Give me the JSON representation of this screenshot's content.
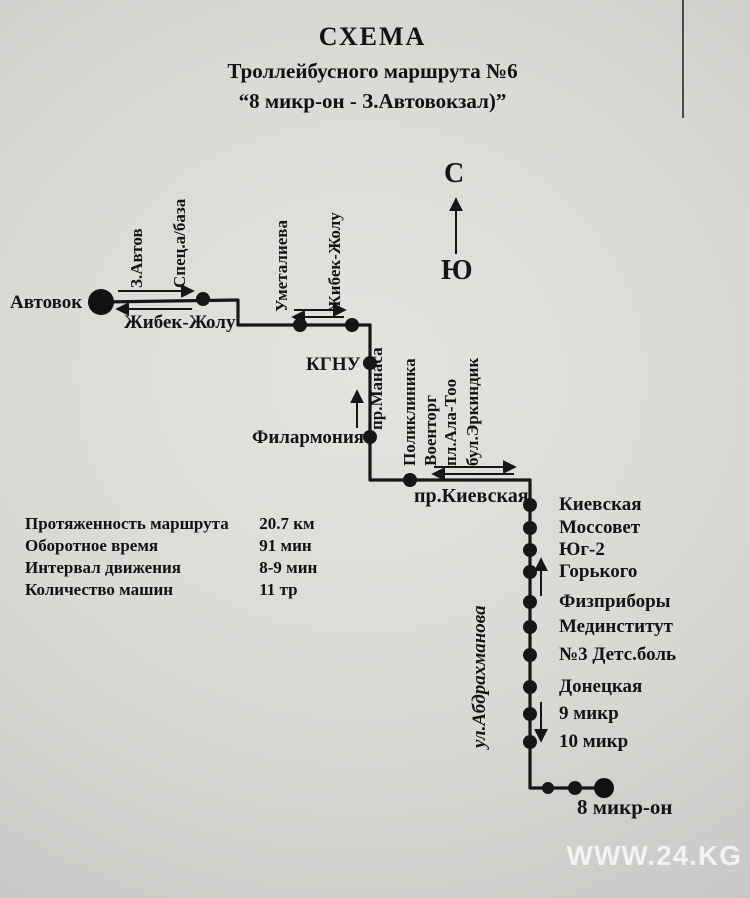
{
  "title": {
    "line1": "СХЕМА",
    "line2": "Троллейбусного маршрута №6",
    "line3": "“8 микр-он -  З.Автовокзал)”"
  },
  "compass": {
    "north": "С",
    "south": "Ю"
  },
  "map": {
    "terminal_left_label": "Автовок",
    "terminal_right_label": "8 микр-он",
    "street_zhibek_zholu": "Жибек-Жолу",
    "street_pr_manasa": "пр.Манаса",
    "street_pr_kievskaya": "пр.Киевская",
    "street_ul_abdrakhmanova": "ул.Абдрахманова",
    "stop_z_avtov": "З.Автов",
    "stop_spec_baza": "Спец.а/база",
    "stop_umetalieva": "Уметалиева",
    "stop_zhibek_zholu": "Жибек-Жолу",
    "stop_kgnu": "КГНУ",
    "stop_filarmonia": "Филармония",
    "stop_poliklinika": "Поликлиника",
    "stop_voentorg": "Военторг",
    "stop_pl_ala_too": "пл.Ала-Тоо",
    "stop_bul_erkindik": "бул.Эркиндик",
    "right_stops": [
      "Киевская",
      "Моссовет",
      "Юг-2",
      "Горького",
      "Физприборы",
      "Мединститут",
      "№3 Детс.боль",
      "Донецкая",
      "9 микр",
      "10 микр"
    ]
  },
  "stats": {
    "rows": [
      {
        "label": "Протяженность маршрута",
        "value": "20.7 км"
      },
      {
        "label": "Оборотное время",
        "value": "91 мин"
      },
      {
        "label": "Интервал движения",
        "value": "8-9  мин"
      },
      {
        "label": "Количество машин",
        "value": "11 тр"
      }
    ]
  },
  "watermark": "WWW.24.KG",
  "colors": {
    "ink": "#161616",
    "paper": "#d8d7d4",
    "watermark": "#ececec"
  }
}
